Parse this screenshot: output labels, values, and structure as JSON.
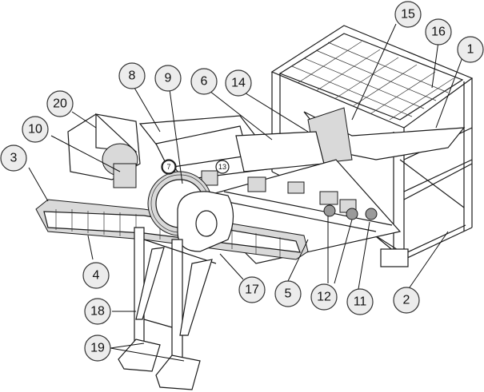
{
  "callouts": [
    "1",
    "2",
    "3",
    "4",
    "5",
    "6",
    "7",
    "8",
    "9",
    "10",
    "11",
    "12",
    "13",
    "14",
    "15",
    "16",
    "17",
    "18",
    "19",
    "20"
  ],
  "colors": {
    "line": "#1a1a1a",
    "bubble_fill": "#ececec",
    "background": "#ffffff"
  }
}
